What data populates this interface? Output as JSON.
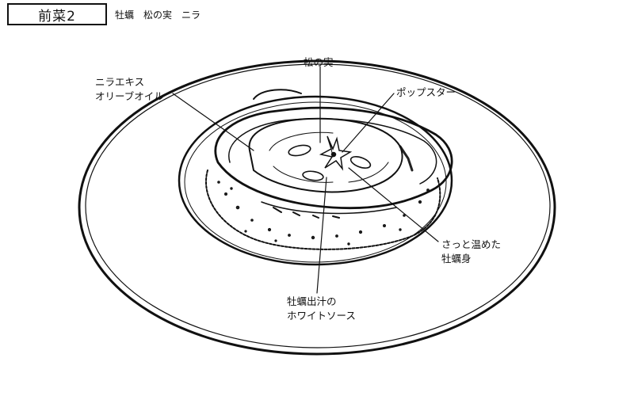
{
  "header": {
    "course_label": "前菜2",
    "dish_title": "牡蠣　松の実　ニラ"
  },
  "annotations": {
    "nira_extract": {
      "line1": "ニラエキス",
      "line2": "オリーブオイル"
    },
    "pine_nuts": "松の実",
    "pop_star": "ポップスター",
    "warmed_oyster": {
      "line1": "さっと温めた",
      "line2": "牡蠣身"
    },
    "white_sauce": {
      "line1": "牡蠣出汁の",
      "line2": "ホワイトソース"
    }
  }
}
